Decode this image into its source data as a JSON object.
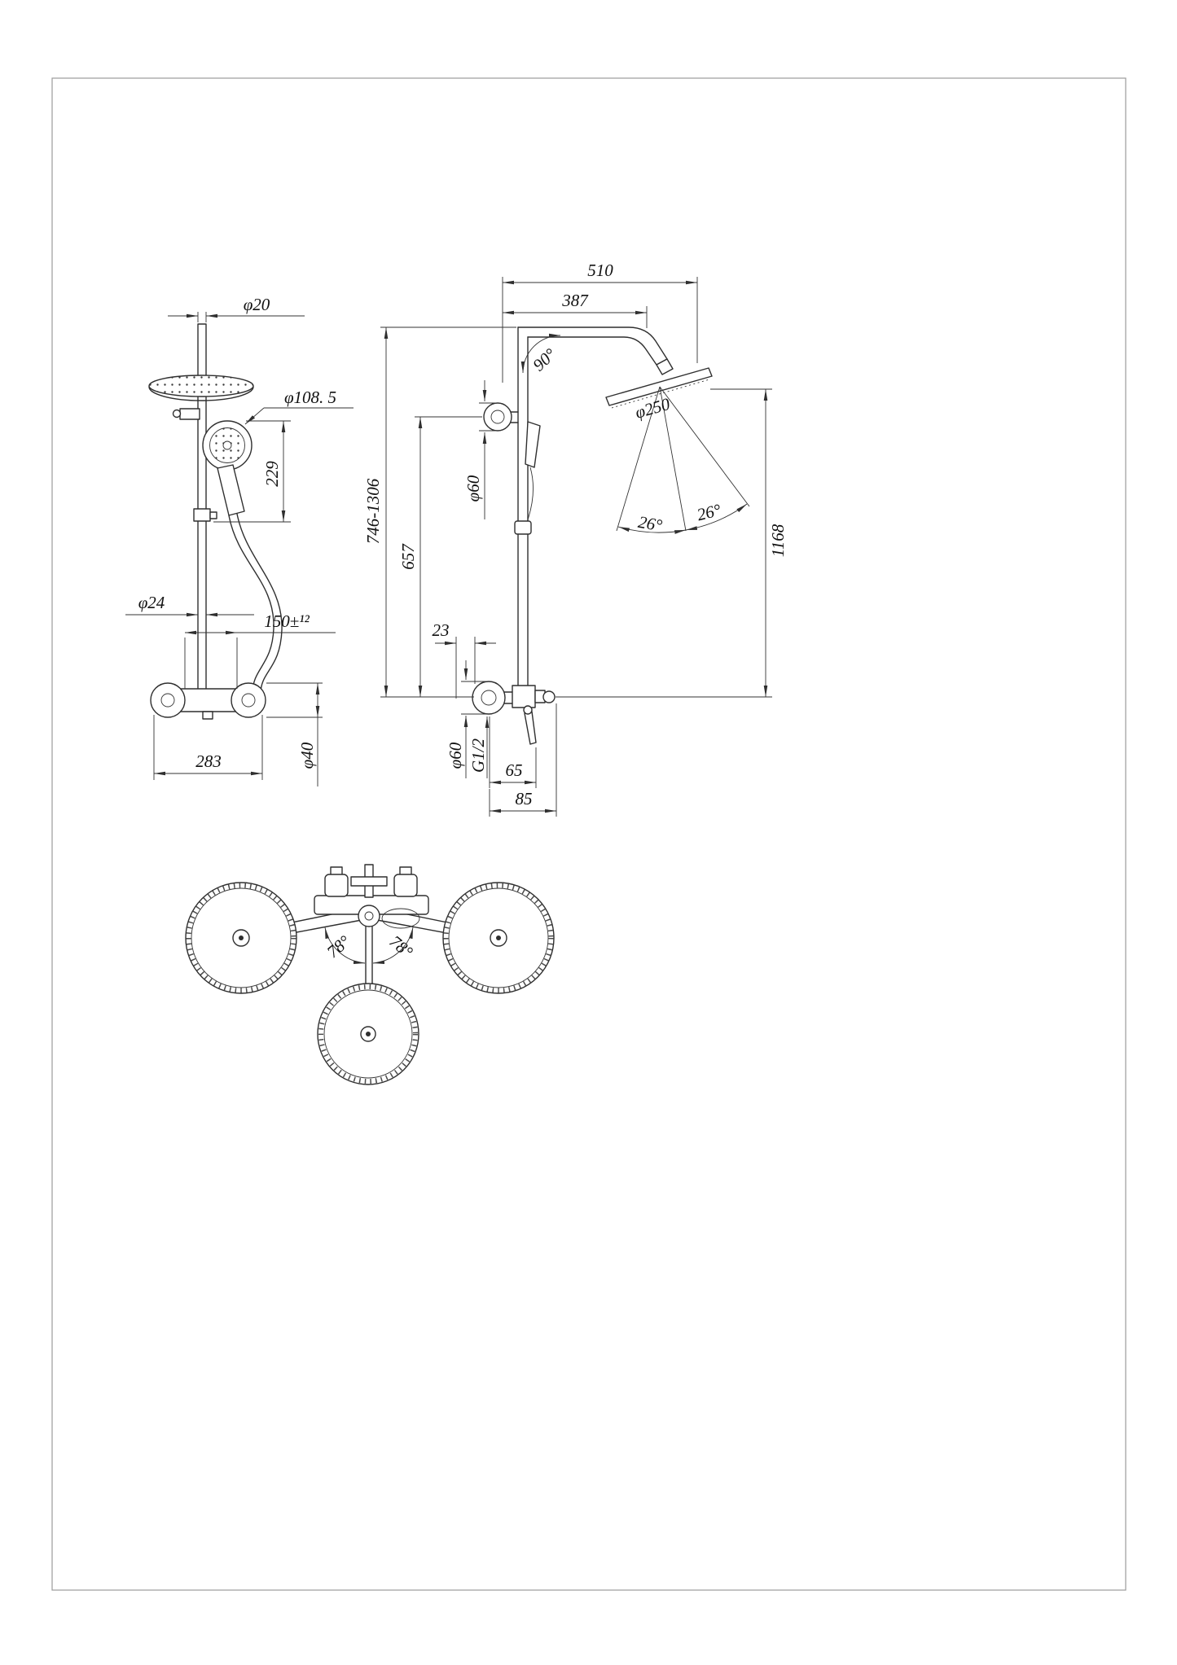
{
  "page": {
    "background": "#ffffff",
    "line_color": "#2f2f2f",
    "frame_color": "#9b9b9b",
    "content": "shower-system-technical-drawing"
  },
  "drawing": {
    "front_view": {
      "dia_pipe_top": "φ20",
      "dia_handshower": "φ108. 5",
      "handshower_span": "229",
      "dia_riser": "φ24",
      "inlet_spacing": "150±¹²",
      "body_width": "283",
      "dia_handle": "φ40"
    },
    "side_view": {
      "reach_total": "510",
      "reach_arm": "387",
      "arm_angle": "90°",
      "dia_bracket": "φ60",
      "height_range": "746-1306",
      "riser_height": "657",
      "offset_23": "23",
      "dia_head": "φ250",
      "spray_angle_left": "26°",
      "spray_angle_right": "26°",
      "drop_height": "1168",
      "dia_flange": "φ60",
      "inlet_thread": "G1/2",
      "offset_65": "65",
      "offset_85": "85"
    },
    "top_view": {
      "swivel_left": "78°",
      "swivel_right": "78°"
    }
  }
}
